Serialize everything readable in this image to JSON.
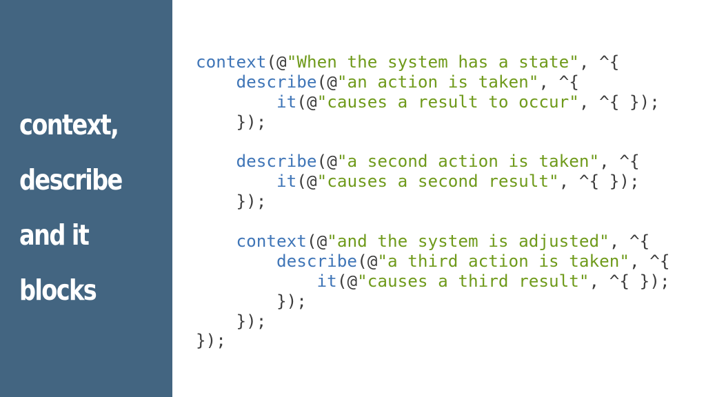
{
  "slide": {
    "title_lines": [
      "context,",
      "describe",
      "and it",
      "blocks"
    ],
    "colors": {
      "sidebar": "#436581",
      "function": "#3f75b7",
      "string": "#6f9a1b",
      "punctuation": "#3c3c3c"
    }
  },
  "code": {
    "lines": [
      [
        {
          "t": "context",
          "k": "fn"
        },
        {
          "t": "(",
          "k": "pn"
        },
        {
          "t": "@",
          "k": "at"
        },
        {
          "t": "\"When the system has a state\"",
          "k": "str"
        },
        {
          "t": ", ^{",
          "k": "pn"
        }
      ],
      [
        {
          "t": "    ",
          "k": "pn"
        },
        {
          "t": "describe",
          "k": "fn"
        },
        {
          "t": "(",
          "k": "pn"
        },
        {
          "t": "@",
          "k": "at"
        },
        {
          "t": "\"an action is taken\"",
          "k": "str"
        },
        {
          "t": ", ^{",
          "k": "pn"
        }
      ],
      [
        {
          "t": "        ",
          "k": "pn"
        },
        {
          "t": "it",
          "k": "fn"
        },
        {
          "t": "(",
          "k": "pn"
        },
        {
          "t": "@",
          "k": "at"
        },
        {
          "t": "\"causes a result to occur\"",
          "k": "str"
        },
        {
          "t": ", ^{ });",
          "k": "pn"
        }
      ],
      [
        {
          "t": "    });",
          "k": "pn"
        }
      ],
      [
        {
          "t": "",
          "k": "pn"
        }
      ],
      [
        {
          "t": "    ",
          "k": "pn"
        },
        {
          "t": "describe",
          "k": "fn"
        },
        {
          "t": "(",
          "k": "pn"
        },
        {
          "t": "@",
          "k": "at"
        },
        {
          "t": "\"a second action is taken\"",
          "k": "str"
        },
        {
          "t": ", ^{",
          "k": "pn"
        }
      ],
      [
        {
          "t": "        ",
          "k": "pn"
        },
        {
          "t": "it",
          "k": "fn"
        },
        {
          "t": "(",
          "k": "pn"
        },
        {
          "t": "@",
          "k": "at"
        },
        {
          "t": "\"causes a second result\"",
          "k": "str"
        },
        {
          "t": ", ^{ });",
          "k": "pn"
        }
      ],
      [
        {
          "t": "    });",
          "k": "pn"
        }
      ],
      [
        {
          "t": "",
          "k": "pn"
        }
      ],
      [
        {
          "t": "    ",
          "k": "pn"
        },
        {
          "t": "context",
          "k": "fn"
        },
        {
          "t": "(",
          "k": "pn"
        },
        {
          "t": "@",
          "k": "at"
        },
        {
          "t": "\"and the system is adjusted\"",
          "k": "str"
        },
        {
          "t": ", ^{",
          "k": "pn"
        }
      ],
      [
        {
          "t": "        ",
          "k": "pn"
        },
        {
          "t": "describe",
          "k": "fn"
        },
        {
          "t": "(",
          "k": "pn"
        },
        {
          "t": "@",
          "k": "at"
        },
        {
          "t": "\"a third action is taken\"",
          "k": "str"
        },
        {
          "t": ", ^{",
          "k": "pn"
        }
      ],
      [
        {
          "t": "            ",
          "k": "pn"
        },
        {
          "t": "it",
          "k": "fn"
        },
        {
          "t": "(",
          "k": "pn"
        },
        {
          "t": "@",
          "k": "at"
        },
        {
          "t": "\"causes a third result\"",
          "k": "str"
        },
        {
          "t": ", ^{ });",
          "k": "pn"
        }
      ],
      [
        {
          "t": "        });",
          "k": "pn"
        }
      ],
      [
        {
          "t": "    });",
          "k": "pn"
        }
      ],
      [
        {
          "t": "});",
          "k": "pn"
        }
      ]
    ]
  }
}
